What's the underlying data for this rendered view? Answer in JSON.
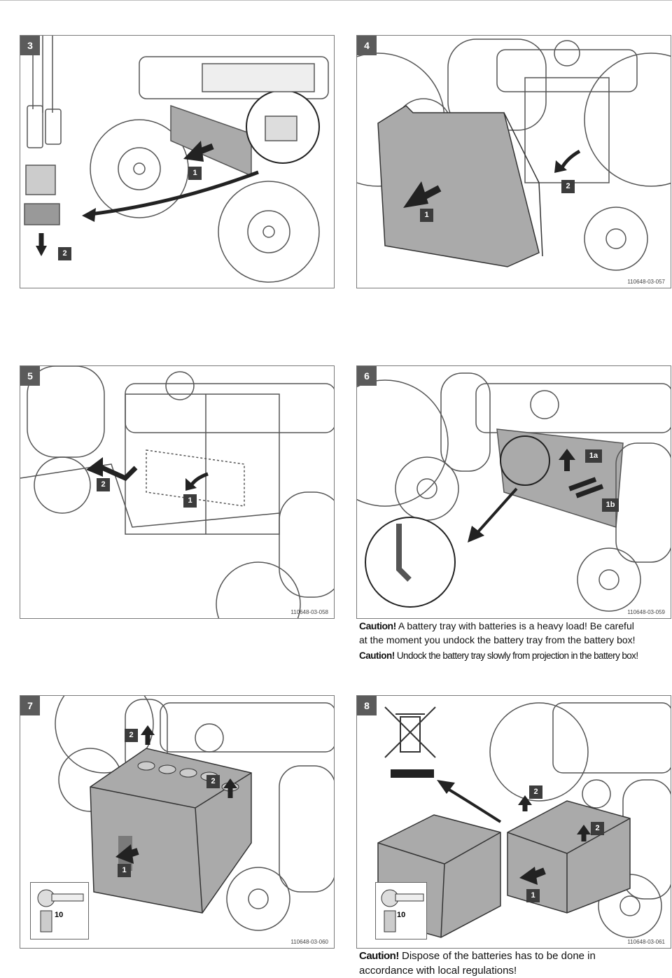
{
  "panels": [
    {
      "step": "3",
      "ref": "",
      "labels": [
        "1",
        "2"
      ]
    },
    {
      "step": "4",
      "ref": "110648-03-057",
      "labels": [
        "1",
        "2"
      ]
    },
    {
      "step": "5",
      "ref": "110648-03-058",
      "labels": [
        "1",
        "2"
      ]
    },
    {
      "step": "6",
      "ref": "110648-03-059",
      "labels": [
        "1a",
        "1b"
      ]
    },
    {
      "step": "7",
      "ref": "110648-03-060",
      "labels": [
        "2",
        "2",
        "1"
      ],
      "torque": "10"
    },
    {
      "step": "8",
      "ref": "110648-03-061",
      "labels": [
        "2",
        "2",
        "1"
      ],
      "torque": "10"
    }
  ],
  "cautions": {
    "c1_label": "Caution!",
    "c1_text_a": "A battery tray with batteries is a heavy load! Be careful",
    "c1_text_b": "at the moment you undock the battery tray from the battery box!",
    "c2_label": "Caution!",
    "c2_text": "Undock the battery tray slowly from projection in the battery box!",
    "c3_label": "Caution!",
    "c3_text_a": "Dispose of the batteries has to be done in",
    "c3_text_b": "accordance with local regulations!"
  }
}
